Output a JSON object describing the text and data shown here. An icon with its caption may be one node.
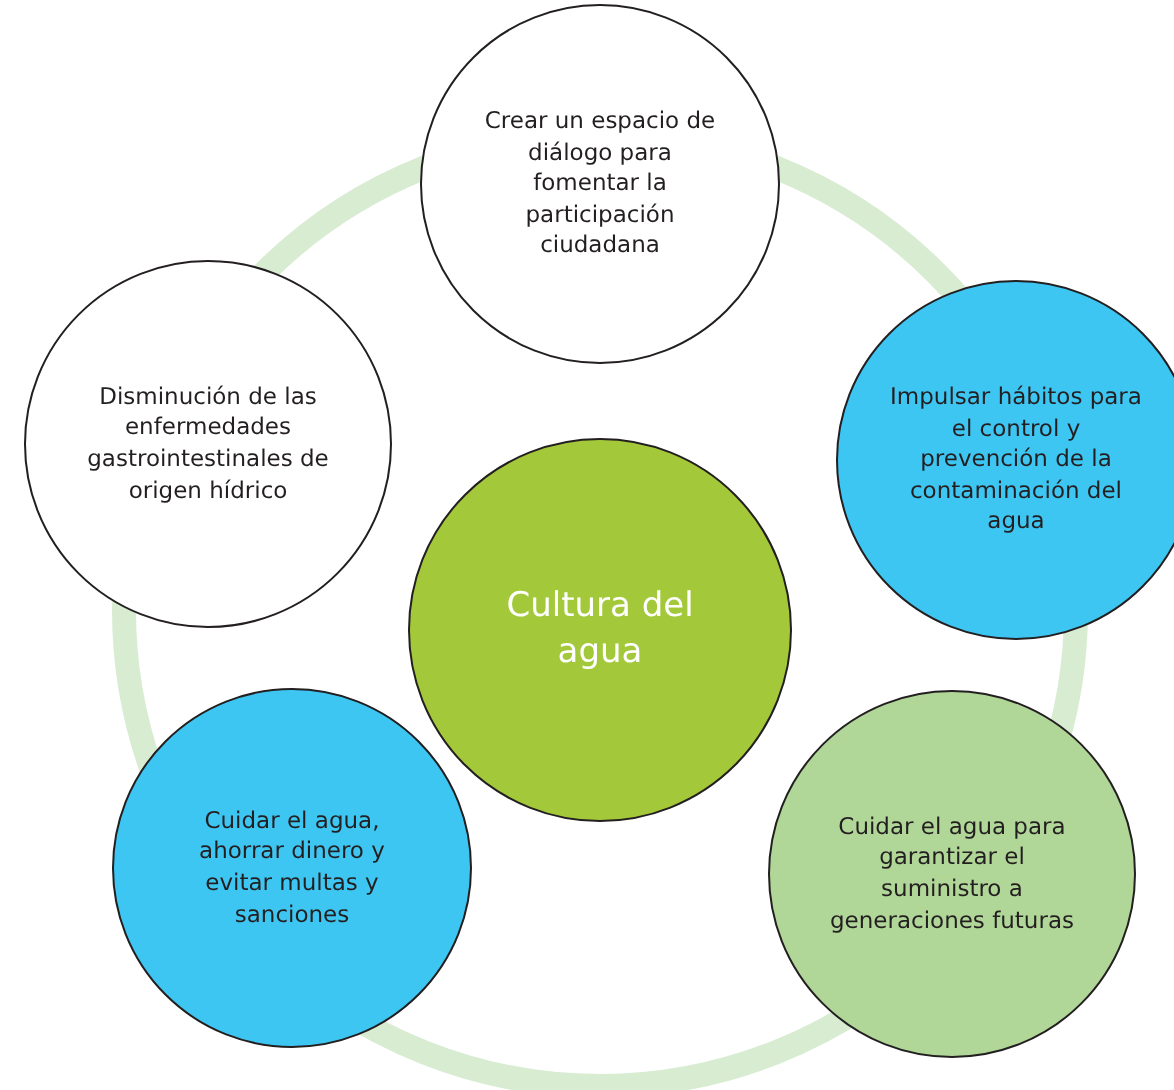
{
  "diagram": {
    "nodes": [
      {
        "text": [
          "Crear un espacio de diálogo para fomentar la participación ciudadana"
        ]
      },
      {
        "text": [
          "Disminución de las enfermedades gastrointestinales de origen hídrico"
        ]
      },
      {
        "text": [
          "Impulsar hábitos para el control y prevención de la contaminación del agua"
        ]
      },
      {
        "text": [
          "Cultura del agua"
        ]
      },
      {
        "text": [
          "Cuidar el agua, ahorrar dinero y evitar multas y sanciones"
        ]
      },
      {
        "text": [
          "Cuidar el agua para garantizar el suministro a generaciones futuras"
        ]
      }
    ]
  }
}
